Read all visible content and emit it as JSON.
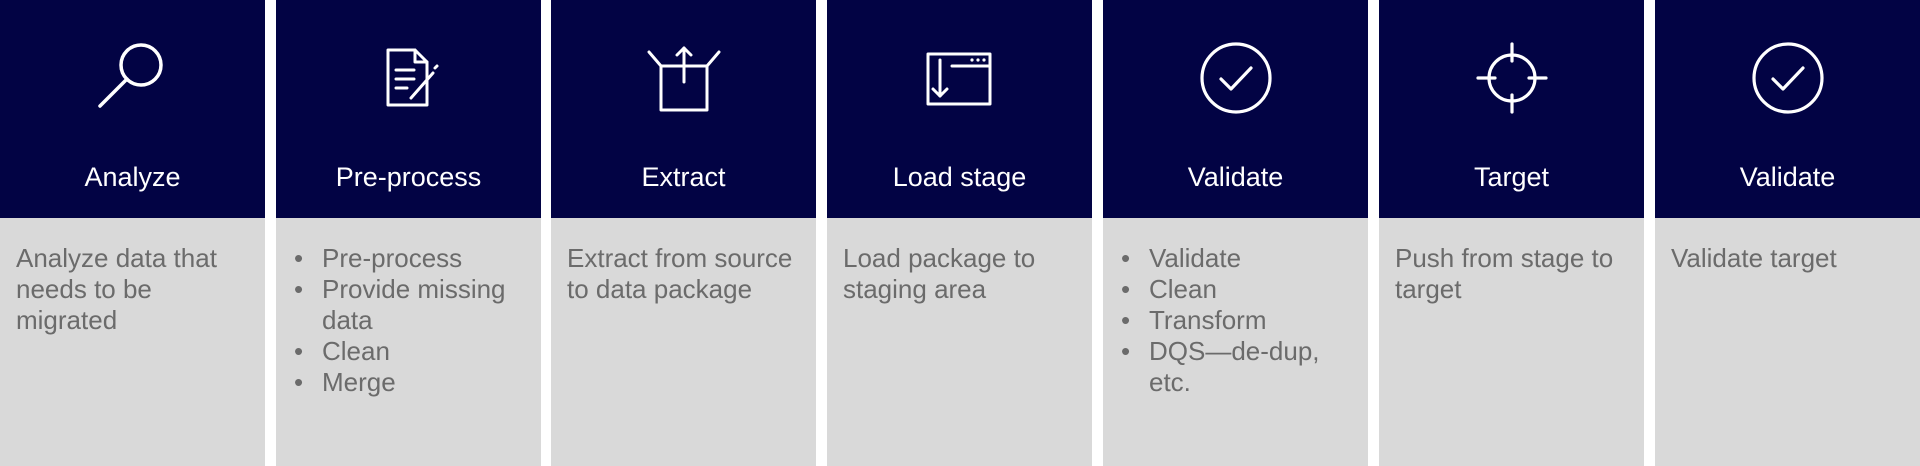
{
  "steps": [
    {
      "title": "Analyze",
      "icon": "magnifier-icon",
      "description": "Analyze data that needs to be migrated"
    },
    {
      "title": "Pre-process",
      "icon": "document-edit-icon",
      "bullets": [
        "Pre-process",
        "Provide missing data",
        "Clean",
        "Merge"
      ]
    },
    {
      "title": "Extract",
      "icon": "open-box-upload-icon",
      "description": "Extract from source to data package"
    },
    {
      "title": "Load stage",
      "icon": "window-download-icon",
      "description": "Load package to staging area"
    },
    {
      "title": "Validate",
      "icon": "check-circle-icon",
      "bullets": [
        "Validate",
        "Clean",
        "Transform",
        "DQS—de-dup, etc."
      ]
    },
    {
      "title": "Target",
      "icon": "crosshair-icon",
      "description": "Push from stage to target"
    },
    {
      "title": "Validate",
      "icon": "check-circle-icon",
      "description": "Validate target"
    }
  ],
  "colors": {
    "header_bg": "#020344",
    "body_bg": "#d9d9d9",
    "header_text": "#ffffff",
    "body_text": "#6b6b6b"
  }
}
